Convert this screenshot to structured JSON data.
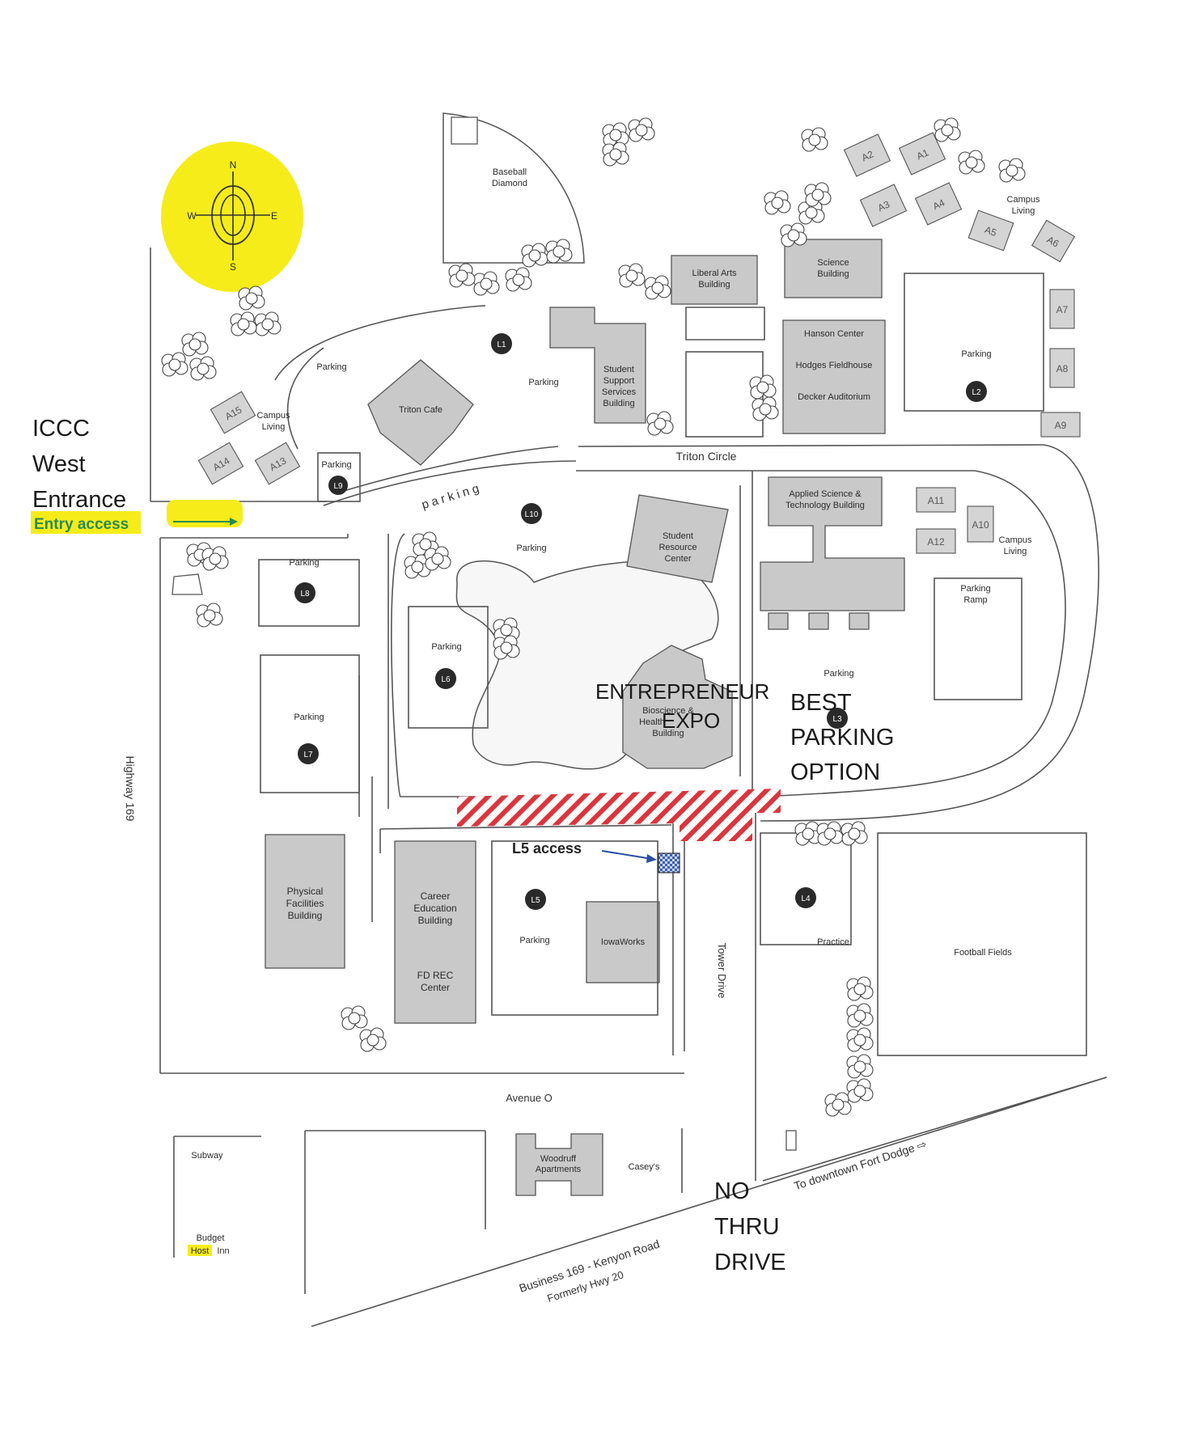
{
  "compass": {
    "n": "N",
    "s": "S",
    "e": "E",
    "w": "W",
    "highlight": "#f5ec1a"
  },
  "annotations": {
    "west_entrance": [
      "ICCC",
      "West",
      "Entrance"
    ],
    "entry_access": "Entry access",
    "entrepreneur": "ENTREPRENEUR",
    "expo": "EXPO",
    "best_parking": [
      "BEST",
      "PARKING",
      "OPTION"
    ],
    "l5_access": "L5 access",
    "no_thru": [
      "NO",
      "THRU",
      "DRIVE"
    ],
    "highlight_color": "#f5ec1a",
    "hatch_color": "#d9363e"
  },
  "buildings": {
    "baseball": [
      "Baseball",
      "Diamond"
    ],
    "liberal_arts": [
      "Liberal Arts",
      "Building"
    ],
    "science": [
      "Science",
      "Building"
    ],
    "hanson": "Hanson Center",
    "hodges": "Hodges Fieldhouse",
    "decker": "Decker Auditorium",
    "student_support": [
      "Student",
      "Support",
      "Services",
      "Building"
    ],
    "triton_cafe": "Triton Cafe",
    "student_resource": [
      "Student",
      "Resource",
      "Center"
    ],
    "applied_science": [
      "Applied Science &",
      "Technology Building"
    ],
    "bioscience": [
      "Bioscience &",
      "Health",
      "Building"
    ],
    "physical_facilities": [
      "Physical",
      "Facilities",
      "Building"
    ],
    "career_ed": [
      "Career",
      "Education",
      "Building"
    ],
    "fd_rec": [
      "FD REC",
      "Center"
    ],
    "iowaworks": "IowaWorks",
    "woodruff": [
      "Woodruff",
      "Apartments"
    ],
    "parking_ramp": [
      "Parking",
      "Ramp"
    ],
    "practice_fields": [
      "Practice",
      "Football Fields"
    ]
  },
  "campus_living": [
    "Campus",
    "Living"
  ],
  "apartments": [
    "A1",
    "A2",
    "A3",
    "A4",
    "A5",
    "A6",
    "A7",
    "A8",
    "A9",
    "A10",
    "A11",
    "A12",
    "A13",
    "A14",
    "A15"
  ],
  "lots": [
    "L1",
    "L2",
    "L3",
    "L4",
    "L5",
    "L6",
    "L7",
    "L8",
    "L9",
    "L10"
  ],
  "parking_label": "Parking",
  "parking_curve": "parking",
  "streets": {
    "triton_circle": "Triton Circle",
    "highway": "Highway 169",
    "tower_drive": "Tower Drive",
    "avenue_o": "Avenue O",
    "business": "Business 169 - Kenyon Road",
    "formerly": "Formerly Hwy 20",
    "downtown": "To downtown Fort Dodge ⇨"
  },
  "businesses": {
    "subway": "Subway",
    "budget": "Budget",
    "host": "Host",
    "inn": "Inn",
    "caseys": "Casey's"
  }
}
